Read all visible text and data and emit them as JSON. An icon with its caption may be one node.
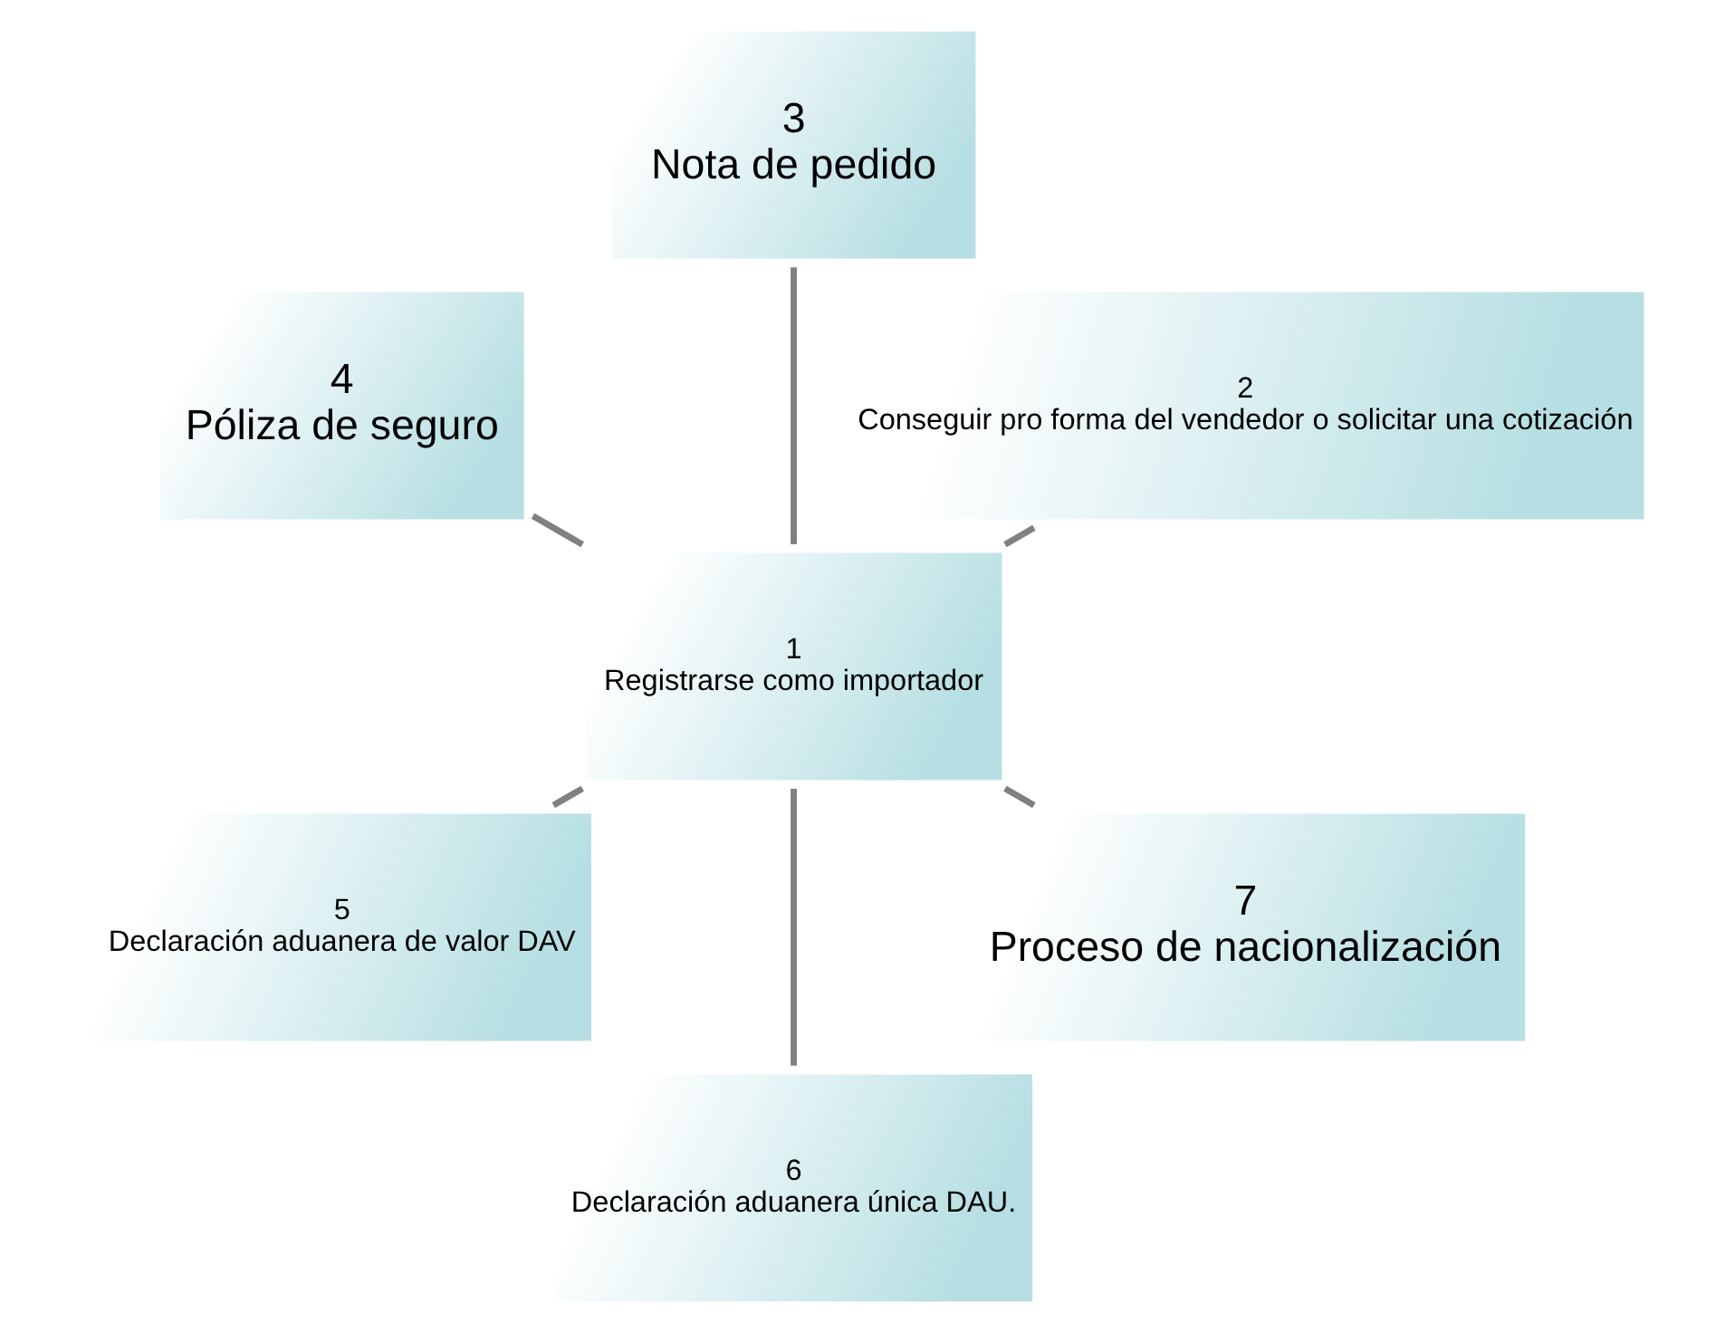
{
  "diagram": {
    "nodes": [
      {
        "text": [
          "1",
          "Registrarse como importador"
        ]
      },
      {
        "text": [
          "2",
          "Conseguir pro forma del vendedor o solicitar una cotización"
        ]
      },
      {
        "text": [
          "3",
          "Nota de pedido"
        ]
      },
      {
        "text": [
          "4",
          "Póliza de seguro"
        ]
      },
      {
        "text": [
          "5",
          "Declaración aduanera de valor DAV"
        ]
      },
      {
        "text": [
          "6",
          "Declaración aduanera única DAU."
        ]
      },
      {
        "text": [
          "7",
          "Proceso de nacionalización"
        ]
      }
    ],
    "edges": [
      {
        "from": 0,
        "to": 1,
        "arrow": "none"
      },
      {
        "from": 0,
        "to": 2,
        "arrow": "none"
      },
      {
        "from": 0,
        "to": 3,
        "arrow": "none"
      },
      {
        "from": 0,
        "to": 4,
        "arrow": "none"
      },
      {
        "from": 0,
        "to": 5,
        "arrow": "none"
      },
      {
        "from": 0,
        "to": 6,
        "arrow": "none"
      }
    ]
  }
}
